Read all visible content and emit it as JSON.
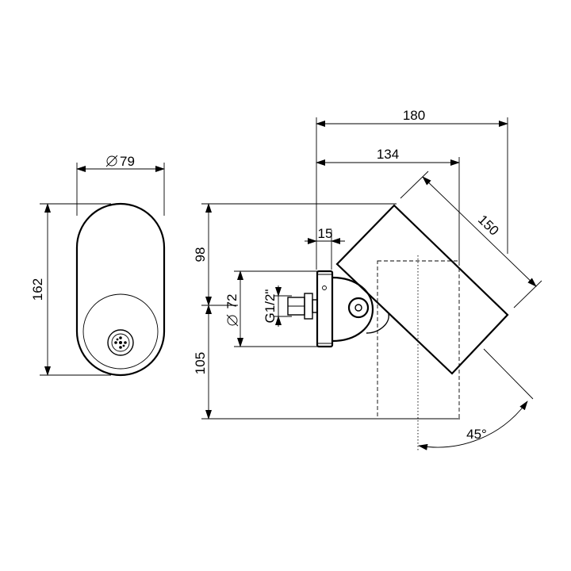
{
  "dimensions": {
    "diameter_body": "79",
    "height_body": "162",
    "width_overall": "180",
    "width_pivot": "134",
    "head_length": "150",
    "wall_plate": "15",
    "height_upper": "98",
    "height_lower": "105",
    "diameter_plate": "72",
    "thread": "G1/2\"",
    "angle": "45°"
  },
  "colors": {
    "line": "#000000",
    "background": "#ffffff"
  }
}
